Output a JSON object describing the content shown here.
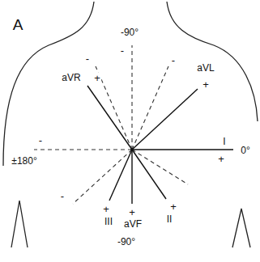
{
  "diagram": {
    "labels": [
      "A",
      "-90°",
      "-",
      "-",
      "-",
      "aVR",
      "+",
      "aVL",
      "+",
      "±180°",
      "-",
      "0°",
      "I",
      "+",
      "-",
      "+",
      "III",
      "+",
      "aVF",
      "+",
      "II",
      "-90°"
    ]
  }
}
